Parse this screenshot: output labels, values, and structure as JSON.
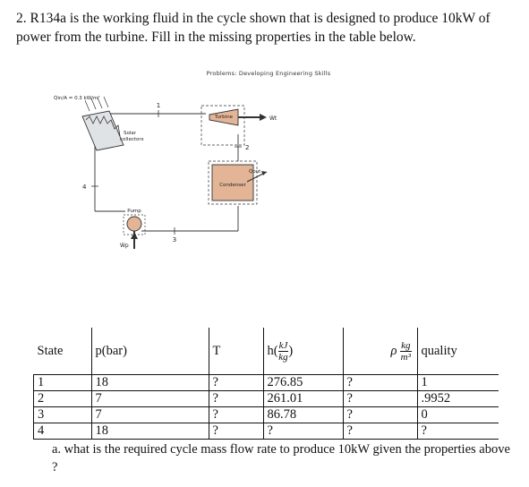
{
  "problem": {
    "number": "2.",
    "text": "R134a is the working fluid in the cycle shown that is designed to produce 10kW of power from the turbine. Fill in the missing properties in the table below."
  },
  "figure": {
    "header": "Problems: Developing Engineering Skills",
    "q_in_label": "Q̇in/A = 0.3 kW/m²",
    "solar_label_1": "Solar",
    "solar_label_2": "collectors",
    "turbine_label": "Turbine",
    "condenser_label": "Condenser",
    "pump_label": "Pump",
    "wt_label": "Ẇt",
    "wp_label": "Ẇp",
    "qout_label": "Q̇out",
    "state_1": "1",
    "state_2": "2",
    "state_3": "3",
    "state_4": "4",
    "colors": {
      "component_fill": "#e3b596",
      "line": "#333333"
    }
  },
  "table": {
    "headers": {
      "state": "State",
      "pressure": "p(bar)",
      "temp": "T",
      "enthalpy_prefix": "h(",
      "enthalpy_num": "kJ",
      "enthalpy_den": "kg",
      "enthalpy_suffix": ")",
      "rho": "ρ",
      "rho_num": "kg",
      "rho_den": "m³",
      "quality": "quality"
    },
    "rows": [
      {
        "state": "1",
        "p": "18",
        "T": "?",
        "h": "276.85",
        "rho": "?",
        "x": "1"
      },
      {
        "state": "2",
        "p": "7",
        "T": "?",
        "h": "261.01",
        "rho": "?",
        "x": ".9952"
      },
      {
        "state": "3",
        "p": "7",
        "T": "?",
        "h": "86.78",
        "rho": "?",
        "x": "0"
      },
      {
        "state": "4",
        "p": "18",
        "T": "?",
        "h": "?",
        "rho": "?",
        "x": "?"
      }
    ]
  },
  "question": {
    "text": "a. what is the required cycle mass flow rate to produce 10kW given the properties above ?"
  }
}
